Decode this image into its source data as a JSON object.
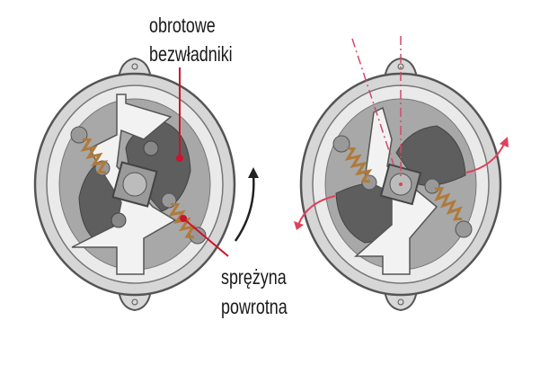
{
  "labels": {
    "flyweights_line1": "obrotowe",
    "flyweights_line2": "bezwładniki",
    "spring_line1": "sprężyna",
    "spring_line2": "powrotna"
  },
  "colors": {
    "callout": "#d0112b",
    "motion": "#e0405a",
    "body": "#c8c8c8",
    "weight": "#606060",
    "spring": "#b07a3a"
  }
}
